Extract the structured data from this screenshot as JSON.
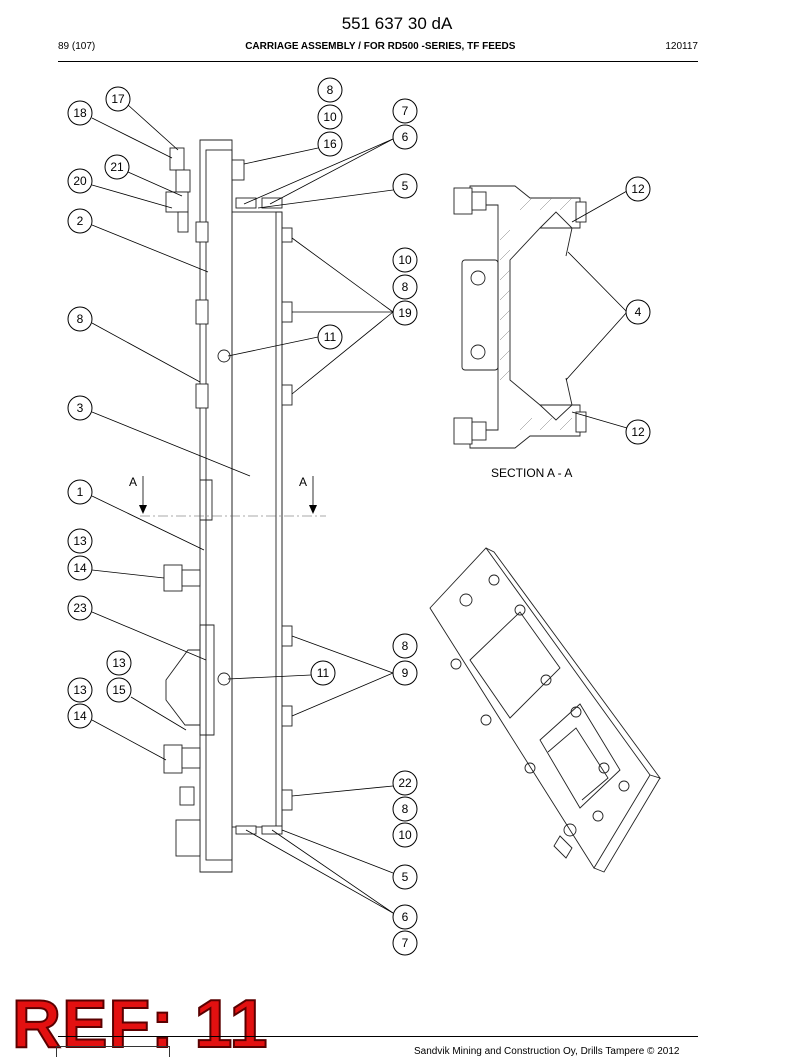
{
  "header": {
    "doc_number": "551 637 30 dA",
    "page": "89 (107)",
    "title": "CARRIAGE ASSEMBLY / FOR RD500 -SERIES, TF FEEDS",
    "date_code": "120117"
  },
  "drawing": {
    "section_label": "SECTION  A - A",
    "section_marker": "A",
    "callouts": [
      "8",
      "10",
      "16",
      "7",
      "6",
      "17",
      "18",
      "21",
      "20",
      "5",
      "2",
      "10",
      "8",
      "19",
      "8",
      "11",
      "3",
      "1",
      "13",
      "14",
      "23",
      "13",
      "13",
      "15",
      "14",
      "8",
      "11",
      "9",
      "22",
      "8",
      "10",
      "5",
      "6",
      "7",
      "12",
      "4",
      "12"
    ]
  },
  "ref_label": "REF: 11",
  "footer": {
    "copyright": "Sandvik Mining and Construction Oy, Drills Tampere © 2012"
  }
}
